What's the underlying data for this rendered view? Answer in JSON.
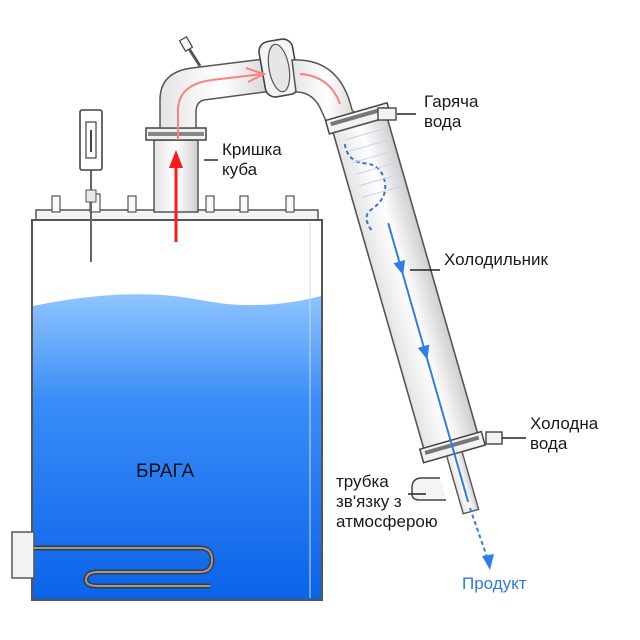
{
  "labels": {
    "hot_water": [
      "Гаряча",
      "вода"
    ],
    "still_lid": [
      "Кришка",
      "куба"
    ],
    "condenser": "Холодильник",
    "cold_water": [
      "Холодна",
      "вода"
    ],
    "vent_tube": [
      "трубка",
      "зв'язку з",
      "атмосферою"
    ],
    "wash": "БРАГА",
    "product": "Продукт"
  },
  "colors": {
    "wash_top": "#8fc4ff",
    "wash_bottom": "#0b63ea",
    "vapor_arrow": "#ff1a1a",
    "liquid_flow": "#2f7ee8",
    "product_text": "#2e7be0",
    "outline": "#555555",
    "leader_line": "#222222"
  }
}
